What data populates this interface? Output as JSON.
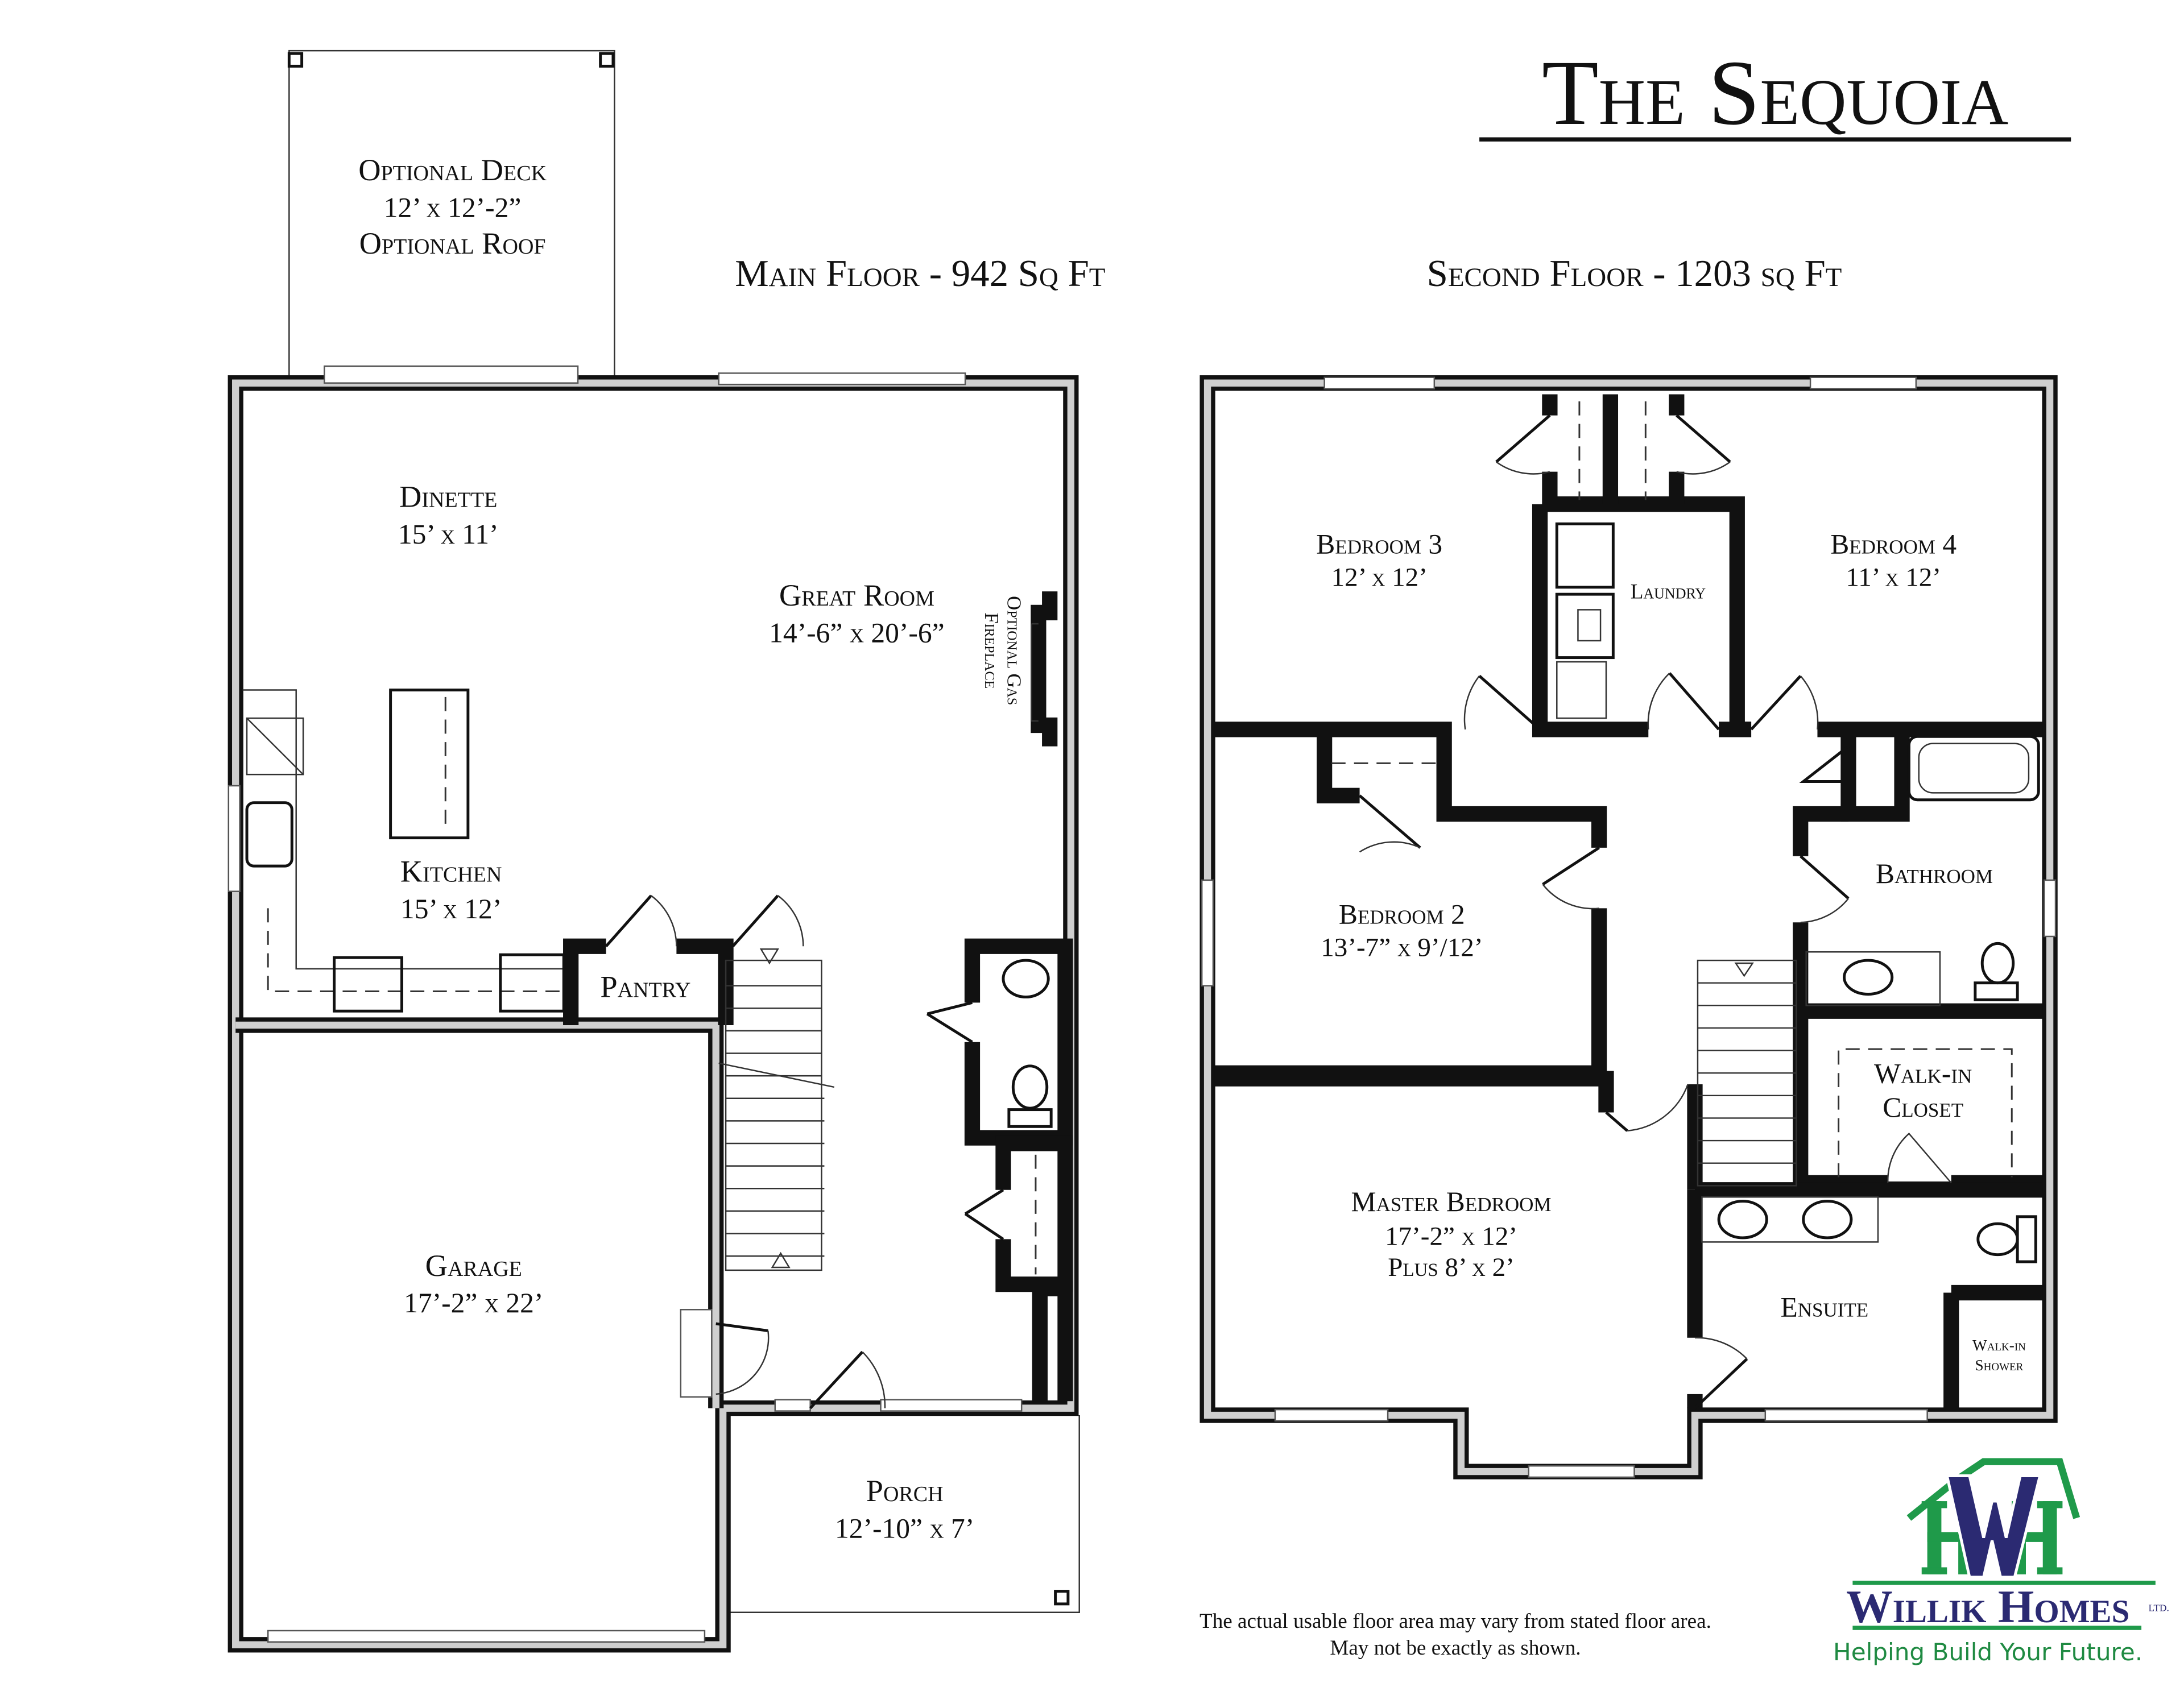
{
  "title": "The Sequoia",
  "main_floor": {
    "heading": "Main Floor - 942 Sq Ft",
    "rooms": {
      "deck": {
        "name": "Optional Deck",
        "size": "12’ x 12’-2”",
        "extra": "Optional Roof"
      },
      "dinette": {
        "name": "Dinette",
        "size": "15’ x 11’"
      },
      "great_room": {
        "name": "Great Room",
        "size": "14’-6” x 20’-6”"
      },
      "fireplace": {
        "line1": "Optional Gas",
        "line2": "Fireplace"
      },
      "kitchen": {
        "name": "Kitchen",
        "size": "15’ x 12’"
      },
      "pantry": {
        "name": "Pantry"
      },
      "garage": {
        "name": "Garage",
        "size": "17’-2” x 22’"
      },
      "porch": {
        "name": "Porch",
        "size": "12’-10” x 7’"
      }
    }
  },
  "second_floor": {
    "heading": "Second Floor - 1203 sq Ft",
    "rooms": {
      "bedroom3": {
        "name": "Bedroom 3",
        "size": "12’ x 12’"
      },
      "bedroom4": {
        "name": "Bedroom 4",
        "size": "11’ x 12’"
      },
      "laundry": {
        "name": "Laundry"
      },
      "bedroom2": {
        "name": "Bedroom 2",
        "size": "13’-7” x 9’/12’"
      },
      "bathroom": {
        "name": "Bathroom"
      },
      "walkin_closet": {
        "line1": "Walk-in",
        "line2": "Closet"
      },
      "master": {
        "name": "Master Bedroom",
        "size": "17’-2” x 12’",
        "extra": "Plus 8’ x 2’"
      },
      "ensuite": {
        "name": "Ensuite"
      },
      "shower": {
        "line1": "Walk-in",
        "line2": "Shower"
      }
    }
  },
  "disclaimer": {
    "line1": "The actual usable floor area may vary from stated floor area.",
    "line2": "May not be exactly as shown."
  },
  "logo": {
    "monogram": "WH",
    "name": "Willik Homes",
    "suffix": "LTD.",
    "tagline": "Helping Build Your Future.",
    "colors": {
      "navy": "#2b2a72",
      "green": "#1f9a4a"
    }
  }
}
